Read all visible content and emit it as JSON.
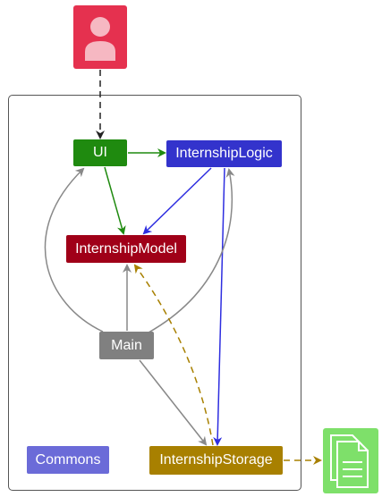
{
  "diagram": {
    "actor": {
      "icon": "user-icon",
      "color": "#e5314f",
      "glyph_color": "#f6b8c2"
    },
    "nodes": {
      "ui": {
        "label": "UI",
        "color": "#1f8a0f"
      },
      "logic": {
        "label": "InternshipLogic",
        "color": "#3333cc"
      },
      "model": {
        "label": "InternshipModel",
        "color": "#a00018"
      },
      "main": {
        "label": "Main",
        "color": "#808080"
      },
      "commons": {
        "label": "Commons",
        "color": "#6b6bd8"
      },
      "storage": {
        "label": "InternshipStorage",
        "color": "#a88000"
      }
    },
    "storage_file": {
      "icon": "file-document-icon",
      "color": "#7ee06a"
    },
    "edges": [
      {
        "from": "actor",
        "to": "ui",
        "style": "dashed",
        "color": "#222222"
      },
      {
        "from": "ui",
        "to": "logic",
        "style": "solid",
        "color": "#1f8a0f"
      },
      {
        "from": "ui",
        "to": "model",
        "style": "solid",
        "color": "#1f8a0f"
      },
      {
        "from": "logic",
        "to": "model",
        "style": "solid",
        "color": "#2e2ee0"
      },
      {
        "from": "logic",
        "to": "storage",
        "style": "solid",
        "color": "#2e2ee0"
      },
      {
        "from": "main",
        "to": "ui",
        "style": "solid",
        "color": "#888888"
      },
      {
        "from": "main",
        "to": "model",
        "style": "solid",
        "color": "#888888"
      },
      {
        "from": "main",
        "to": "logic",
        "style": "solid",
        "color": "#888888"
      },
      {
        "from": "main",
        "to": "storage",
        "style": "solid",
        "color": "#888888"
      },
      {
        "from": "storage",
        "to": "model",
        "style": "dashed",
        "color": "#a88000"
      },
      {
        "from": "storage",
        "to": "storage_file",
        "style": "dashed",
        "color": "#a88000"
      }
    ]
  }
}
